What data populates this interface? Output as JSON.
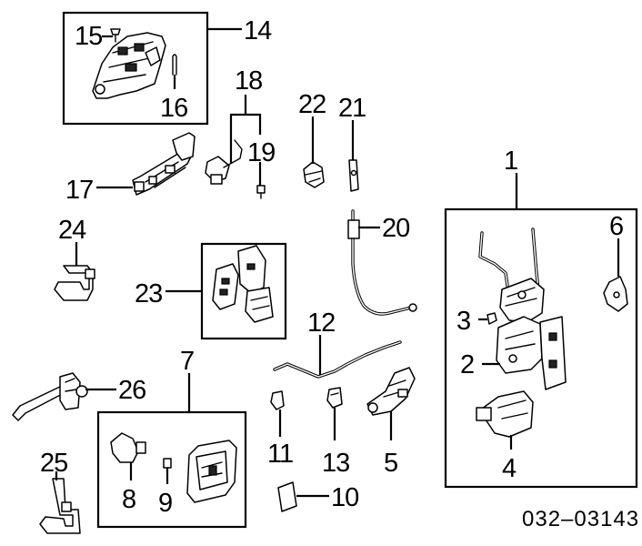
{
  "callouts": {
    "c1": "1",
    "c2": "2",
    "c3": "3",
    "c4": "4",
    "c5": "5",
    "c6": "6",
    "c7": "7",
    "c8": "8",
    "c9": "9",
    "c10": "10",
    "c11": "11",
    "c12": "12",
    "c13": "13",
    "c14": "14",
    "c15": "15",
    "c16": "16",
    "c17": "17",
    "c18": "18",
    "c19": "19",
    "c20": "20",
    "c21": "21",
    "c22": "22",
    "c23": "23",
    "c24": "24",
    "c25": "25",
    "c26": "26"
  },
  "diagram_code": "032–03143"
}
